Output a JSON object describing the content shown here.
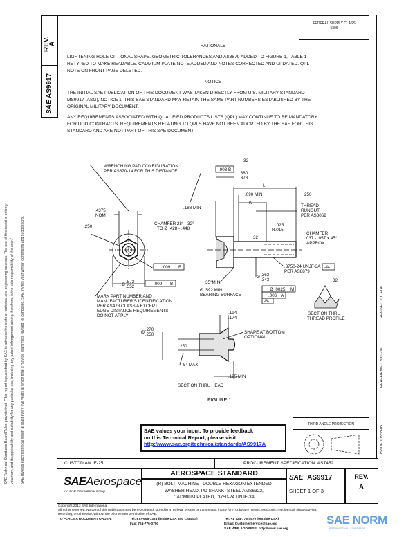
{
  "side_strip": {
    "rev_label": "REV.",
    "rev_value": "A",
    "doc_number": "AS9917",
    "logo": "SAE"
  },
  "left_margin_notes": [
    "SAE Technical Standards Board Rules provide that: \"This report is published by SAE to advance the state of technical and engineering sciences. The use of this report is entirely",
    "voluntary, and its applicability and suitability for any particular use, including any patent infringement arising therefrom, is the sole responsibility of the user.\"",
    "SAE reviews each technical report at least every five years at which time it may be reaffirmed, revised, or cancelled. SAE invites your written comments and suggestions."
  ],
  "fsc_box": {
    "line1": "FEDERAL SUPPLY CLASS",
    "line2": "5306"
  },
  "rationale": {
    "heading": "RATIONALE",
    "lines": [
      "LIGHTENING HOLE OPTIONAL SHAPE. GEOMETRIC TOLERANCES AND AS8879 ADDED TO FIGURE 1, TABLE 1",
      "RETYPED TO MAKE READABLE. CADMIUM PLATE NOTE ADDED AND NOTES CORRECTED AND UPDATED. QPL",
      "NOTE ON FRONT PAGE DELETED."
    ]
  },
  "notice": {
    "heading": "NOTICE",
    "para1": [
      "THE INITIAL SAE PUBLICATION OF THIS DOCUMENT WAS TAKEN DIRECTLY FROM U.S. MILITARY STANDARD",
      "MS9917 (ASG), NOTICE 1. THIS SAE STANDARD MAY RETAIN THE SAME PART NUMBERS ESTABLISHED BY THE",
      "ORIGINAL MILITARY DOCUMENT."
    ],
    "para2": [
      "ANY REQUIREMENTS ASSOCIATED WITH QUALIFIED PRODUCTS LISTS (QPL) MAY CONTINUE TO BE MANDATORY",
      "FOR DOD CONTRACTS. REQUIREMENTS RELATING TO QPLS HAVE NOT BEEN ADOPTED BY THE SAE FOR THIS",
      "STANDARD AND ARE NOT PART OF THIS SAE DOCUMENT."
    ]
  },
  "figure": {
    "top_fcf": [
      ".003",
      "B"
    ],
    "surface_32": "32",
    "dim_380": [
      ".380",
      ".373"
    ],
    "dim_L": "L",
    "dim_090": ".090 MIN",
    "dim_K": "K",
    "surface_250": "250",
    "thread_runout": [
      "THREAD",
      "RUNOUT",
      "PER AS3062"
    ],
    "wrenching": [
      "WRENCHING PAD CONFIGURATION",
      "PER AS870-14 FOR THIS DISTANCE"
    ],
    "dim_188": ".188 MIN",
    "dim_4375": [
      ".4375",
      "NOM"
    ],
    "dim_250": ".250",
    "chamfer_head": [
      "CHAMFER 28° - 32°",
      "TO Ø .428 - .448"
    ],
    "radius": [
      ".025",
      "R.015"
    ],
    "chamfer_end": [
      "CHAMFER",
      ".037 - .057 x 45°",
      "APPROX"
    ],
    "surface_32b": "32",
    "fcf_1": [
      ".009",
      "B"
    ],
    "fcf_2": [
      ".009",
      "B"
    ],
    "dia_572": [
      "Ø",
      ".572",
      ".552"
    ],
    "angle_35": "35°MIN",
    "bearing": [
      "Ø .592 MIN",
      "BEARING SURFACE"
    ],
    "thread_spec": [
      ".3750-24 UNJF-3A",
      "PER AS8879"
    ],
    "datum_a": "-A-",
    "dia_363": [
      "Ø",
      ".363",
      ".343"
    ],
    "fcf_3": [
      "Ø .0025",
      "M"
    ],
    "fcf_4": [
      ".006",
      "A"
    ],
    "datum_b": "-B-",
    "surface_32c": "32",
    "thread_section": [
      "SECTION THRU",
      "THREAD PROFILE"
    ],
    "mark_note": [
      "MARK PART NUMBER AND",
      "MANUFACTURER'S IDENTIFICATION",
      "PER AS478 CLASS A EXCEPT",
      "EDGE DISTANCE REQUIREMENTS",
      "DO NOT APPLY"
    ],
    "dim_194": [
      ".194",
      ".174"
    ],
    "dia_270": [
      "Ø",
      ".270",
      ".250"
    ],
    "shape_bottom": [
      "SHAPE AT BOTTOM",
      "OPTIONAL"
    ],
    "surface_250b": "250",
    "angle_5": "5° MAX",
    "dim_125": ".125 MIN",
    "head_section": "SECTION THRU HEAD",
    "caption": "FIGURE 1"
  },
  "revision_strip": {
    "issued": "ISSUED 1958-05",
    "reaffirmed": "REAFFIRMED 2007-06",
    "revised": "REVISED 2013-04"
  },
  "feedback": {
    "line1": "SAE values your input. To provide feedback",
    "line2": "on this Technical Report, please visit",
    "link": "http://www.sae.org/technical/standards/AS9917A"
  },
  "projection": {
    "label": "THIRD ANGLE PROJECTION"
  },
  "title_block": {
    "custodian": "CUSTODIAN: E-25",
    "procurement": "PROCUREMENT SPECIFICATION: AS7452",
    "logo_main": "SAE",
    "logo_word": "Aerospace",
    "logo_sub": "An SAE International Group",
    "heading": "AEROSPACE STANDARD",
    "title_lines": [
      "(R) BOLT, MACHINE - DOUBLE HEXAGON EXTENDED",
      "WASHER HEAD, PD SHANK, STEEL AMS6322,",
      "CADMIUM PLATED, .3750-24 UNJF-3A"
    ],
    "doc_logo": "SAE",
    "doc_number": "AS9917",
    "sheet": "SHEET 1 OF 3",
    "rev_label": "REV.",
    "rev_value": "A"
  },
  "footer": {
    "copyright": "Copyright 2013 SAE International",
    "rights1": "All rights reserved. No part of this publication may be reproduced, stored in a retrieval system or transmitted, in any form or by any means, electronic, mechanical, photocopying,",
    "rights2": "recording, or otherwise, without the prior written permission of SAE.",
    "order_label": "TO PLACE A DOCUMENT ORDER:",
    "tel1": "Tel: 877-606-7323 (inside USA and Canada)",
    "fax": "Fax: 724-776-0790",
    "tel2": "Tel: +1 724-776-4970 (outside USA)",
    "email": "Email: CustomerService@sae.org",
    "web": "SAE WEB ADDRESS: http://www.sae.org"
  },
  "watermark": {
    "text": "SAE NORM",
    "sub": "INTERNATIONAL   STANDARDS",
    "color": "#4a90d9"
  }
}
